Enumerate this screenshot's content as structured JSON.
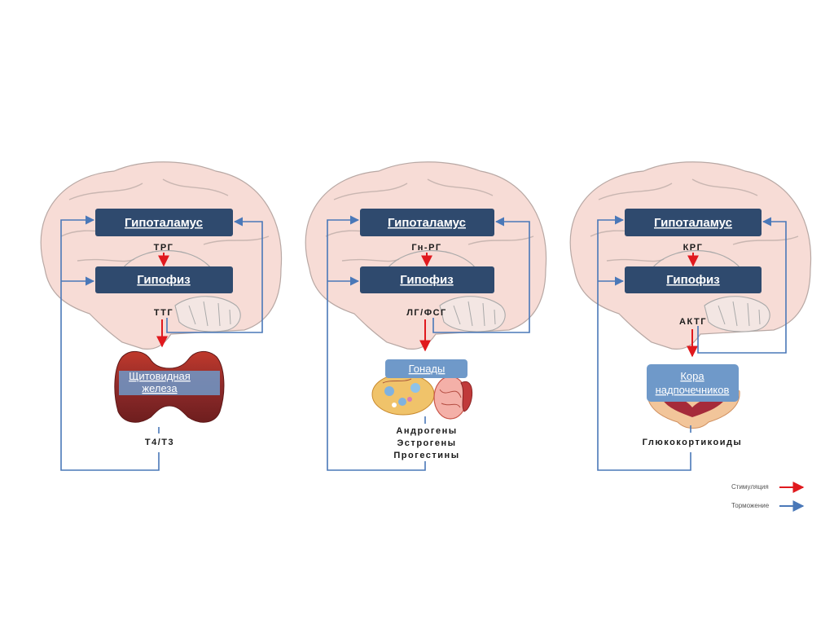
{
  "axes": [
    {
      "hypothalamus": "Гипоталамус",
      "releasing_hormone": "ТРГ",
      "pituitary": "Гипофиз",
      "tropic_hormone": "ТТГ",
      "target_lines": [
        "Щитовидная",
        "железа"
      ],
      "target_icon": "thyroid-gland-icon",
      "output_lines": [
        "Т4/Т3"
      ]
    },
    {
      "hypothalamus": "Гипоталамус",
      "releasing_hormone": "Гн-РГ",
      "pituitary": "Гипофиз",
      "tropic_hormone": "ЛГ/ФСГ",
      "target_lines": [
        "Гонады"
      ],
      "target_icon": "gonads-icon",
      "output_lines": [
        "Андрогены",
        "Эстрогены",
        "Прогестины"
      ]
    },
    {
      "hypothalamus": "Гипоталамус",
      "releasing_hormone": "КРГ",
      "pituitary": "Гипофиз",
      "tropic_hormone": "АКТГ",
      "target_lines": [
        "Кора",
        "надпочечников"
      ],
      "target_icon": "adrenal-gland-icon",
      "output_lines": [
        "Глюкокортикоиды"
      ]
    }
  ],
  "legend": {
    "stimulation": "Стимуляция",
    "inhibition": "Торможение"
  },
  "colors": {
    "box": "#2f4a6e",
    "organ_box": "#6f99c9",
    "stimulation": "#e0191e",
    "inhibition": "#4a78b8",
    "brain": "#f7dcd6",
    "brain_line": "#9c9c9c"
  }
}
